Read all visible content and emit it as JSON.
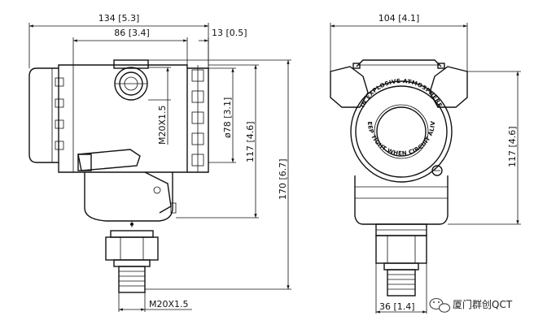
{
  "dimensions": {
    "side_width": "134 [5.3]",
    "housing_width": "86 [3.4]",
    "cover_offset": "13 [0.5]",
    "cable_thread": "M20X1.5",
    "cover_diameter": "ø78 [3.1]",
    "housing_height_side": "117 [4.6]",
    "total_height": "170 [6.7]",
    "process_thread": "M20X1.5",
    "front_width": "104 [4.1]",
    "housing_height_front": "117 [4.6]",
    "hex_size": "36 [1.4]"
  },
  "cover_text": {
    "outer": "IN EXPLOSIVE ATMOSPHERE",
    "inner": "KEEP TIGHT WHEN CIRCUIT ALIVE"
  },
  "watermark": {
    "icon": "wechat-icon",
    "text": "厦门群创QCT"
  }
}
